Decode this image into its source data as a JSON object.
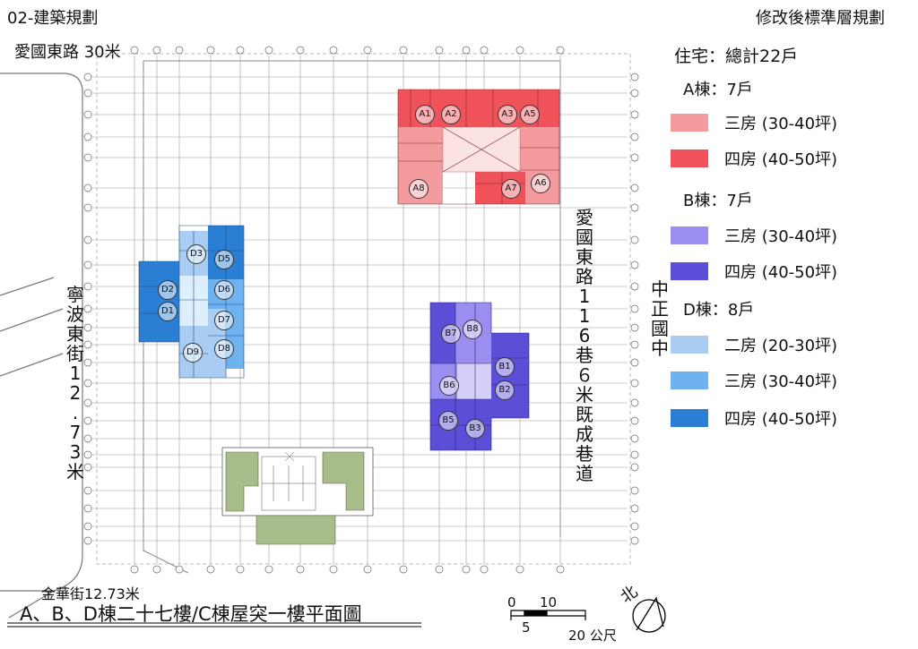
{
  "header": {
    "section_title": "02-建築規劃",
    "right_title": "修改後標準層規劃"
  },
  "roads": {
    "top": "愛國東路 30米",
    "left": "寧波東街12.73米",
    "right_lane": "愛國東路116巷６米既成巷道",
    "bottom": "金華街12.73米",
    "school": "中正國中"
  },
  "plan_title": "A、B、D棟二十七樓/C棟屋突一樓平面圖",
  "scale": {
    "zero": "0",
    "five": "5",
    "ten": "10",
    "twenty": "20 公尺"
  },
  "north": {
    "label": "北"
  },
  "legend": {
    "total": "住宅：總計22戶",
    "groups": [
      {
        "title": "A棟：7戶",
        "items": [
          {
            "label": "三房 (30-40坪)",
            "color": "#f29a9e"
          },
          {
            "label": "四房 (40-50坪)",
            "color": "#f0525a"
          }
        ]
      },
      {
        "title": "B棟：7戶",
        "items": [
          {
            "label": "三房 (30-40坪)",
            "color": "#9a8ff0"
          },
          {
            "label": "四房 (40-50坪)",
            "color": "#5a4fd6"
          }
        ]
      },
      {
        "title": "D棟：8戶",
        "items": [
          {
            "label": "二房 (20-30坪)",
            "color": "#a9cdf2"
          },
          {
            "label": "三房 (30-40坪)",
            "color": "#6fb2f0"
          },
          {
            "label": "四房 (40-50坪)",
            "color": "#2a7fd4"
          }
        ]
      }
    ]
  },
  "units": {
    "A": [
      "A1",
      "A2",
      "A3",
      "A5",
      "A6",
      "A7",
      "A8"
    ],
    "B": [
      "B1",
      "B2",
      "B3",
      "B5",
      "B6",
      "B7",
      "B8"
    ],
    "D": [
      "D1",
      "D2",
      "D3",
      "D5",
      "D6",
      "D7",
      "D8",
      "D9"
    ]
  }
}
